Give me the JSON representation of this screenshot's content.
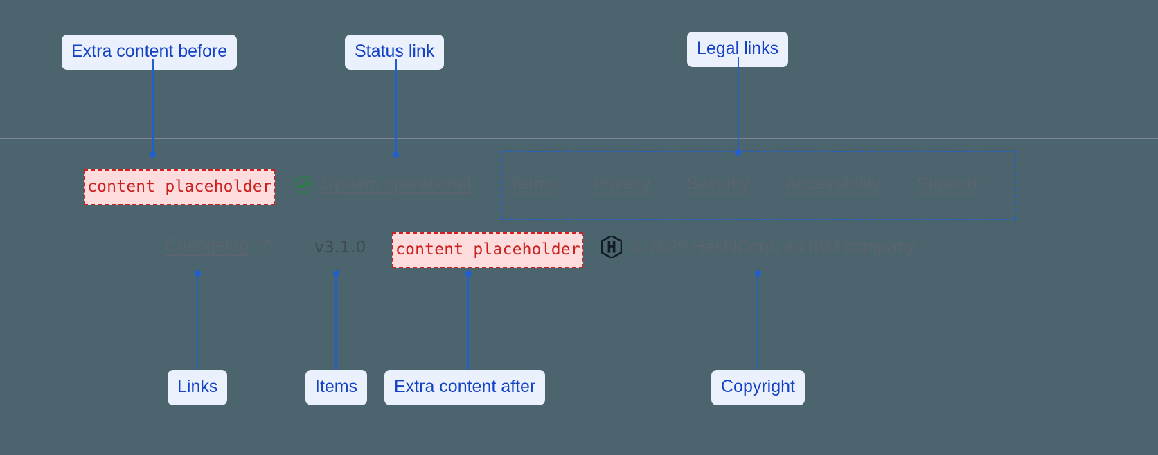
{
  "theme": {
    "background": "#4c646d",
    "annotation_accent": "#1f5fd0",
    "annotation_label_bg": "#eaf1fd",
    "annotation_label_text": "#1542c4",
    "placeholder_text": "#cc1f1f",
    "placeholder_bg": "#fcdcdc",
    "placeholder_border": "#d21f1f",
    "link_text": "#5b6370",
    "status_ok": "#16922f"
  },
  "footer": {
    "extra_content_before": {
      "text": "content placeholder"
    },
    "status": {
      "icon": "check-circle-icon",
      "label": "System operational"
    },
    "legal_links": [
      {
        "label": "Terms"
      },
      {
        "label": "Privacy"
      },
      {
        "label": "Security"
      },
      {
        "label": "Accessibility"
      },
      {
        "label": "Support"
      }
    ],
    "changelog": {
      "label": "Changelog",
      "icon": "external-link-icon"
    },
    "version": {
      "label": "v3.1.0"
    },
    "extra_content_after": {
      "text": "content placeholder"
    },
    "copyright": {
      "logo": "hashicorp-logo",
      "text": "© 2025 HashiCorp, an IBM company"
    }
  },
  "annotations": [
    {
      "id": "extra-content-before",
      "label": "Extra content before"
    },
    {
      "id": "status-link",
      "label": "Status link"
    },
    {
      "id": "legal-links",
      "label": "Legal links"
    },
    {
      "id": "links",
      "label": "Links"
    },
    {
      "id": "items",
      "label": "Items"
    },
    {
      "id": "extra-content-after",
      "label": "Extra content after"
    },
    {
      "id": "copyright",
      "label": "Copyright"
    }
  ]
}
